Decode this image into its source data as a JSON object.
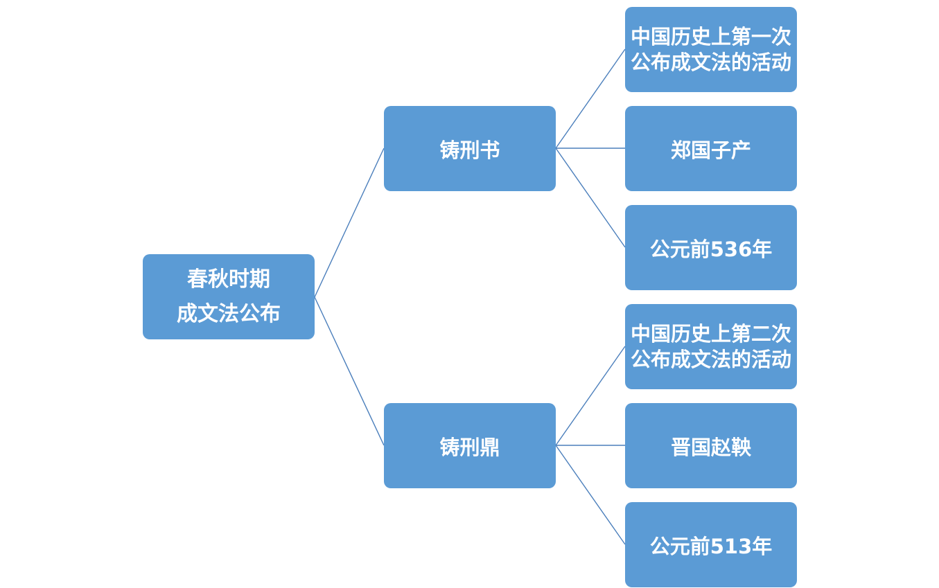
{
  "root": {
    "line1": "春秋时期",
    "line2": "成文法公布"
  },
  "branches": [
    {
      "label": "铸刑书",
      "children": [
        "中国历史上第一次公布成文法的活动",
        "郑国子产",
        "公元前536年"
      ]
    },
    {
      "label": "铸刑鼎",
      "children": [
        "中国历史上第二次公布成文法的活动",
        "晋国赵鞅",
        "公元前513年"
      ]
    }
  ],
  "colors": {
    "node_fill": "#5b9bd5",
    "node_text": "#ffffff",
    "connector": "#4a7ebb"
  }
}
